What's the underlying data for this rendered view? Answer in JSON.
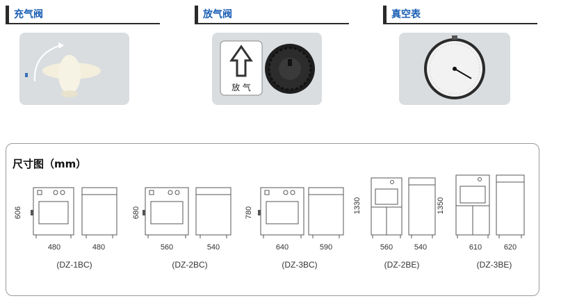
{
  "features": [
    {
      "title": "充气阀"
    },
    {
      "title": "放气阀",
      "button_text": "放 气"
    },
    {
      "title": "真空表"
    }
  ],
  "dimensions": {
    "title": "尺寸图（mm）",
    "models": [
      {
        "height": "606",
        "front_width": "480",
        "side_width": "480",
        "model": "(DZ-1BC)"
      },
      {
        "height": "680",
        "front_width": "560",
        "side_width": "540",
        "model": "(DZ-2BC)"
      },
      {
        "height": "780",
        "front_width": "640",
        "side_width": "590",
        "model": "(DZ-3BC)"
      },
      {
        "height": "1330",
        "front_width": "560",
        "side_width": "540",
        "model": "(DZ-2BE)"
      },
      {
        "height": "1350",
        "front_width": "610",
        "side_width": "620",
        "model": "(DZ-3BE)"
      }
    ]
  }
}
